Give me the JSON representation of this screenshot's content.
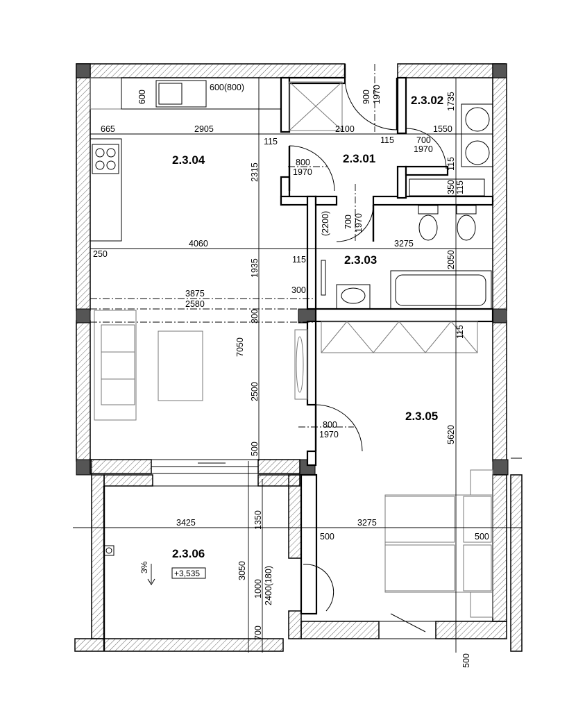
{
  "rooms": {
    "r301": "2.3.01",
    "r302": "2.3.02",
    "r303": "2.3.03",
    "r304": "2.3.04",
    "r305": "2.3.05",
    "r306": "2.3.06"
  },
  "terrace": {
    "slope": "3%",
    "level": "+3,535"
  },
  "dimensions": {
    "d600": "600",
    "d600_800": "600(800)",
    "d665": "665",
    "d2905": "2905",
    "d2315": "2315",
    "d115_a": "115",
    "d2100": "2100",
    "d900": "900",
    "d1970_a": "1970",
    "d1735": "1735",
    "d1550": "1550",
    "d115_b": "115",
    "d700_a": "700",
    "d1970_b": "1970",
    "d115_c": "115",
    "d350": "350",
    "d115_d": "115",
    "d800_a": "800",
    "d1970_c": "1970",
    "d2200": "(2200)",
    "d700_b": "700",
    "d1970_d": "1970",
    "d250": "250",
    "d4060": "4060",
    "d3275_a": "3275",
    "d115_e": "115",
    "d1935": "1935",
    "d2050": "2050",
    "d3875": "3875",
    "d2580": "2580",
    "d300_a": "300",
    "d300_b": "300",
    "d115_f": "115",
    "d7050": "7050",
    "d2500": "2500",
    "d800_b": "800",
    "d1970_e": "1970",
    "d5620": "5620",
    "d500_a": "500",
    "d3425": "3425",
    "d1350": "1350",
    "d500_b": "500",
    "d3275_b": "3275",
    "d500_c": "500",
    "d3050": "3050",
    "d1000": "1000",
    "d2400_180": "2400(180)",
    "d700_c": "700",
    "d500_d": "500"
  }
}
